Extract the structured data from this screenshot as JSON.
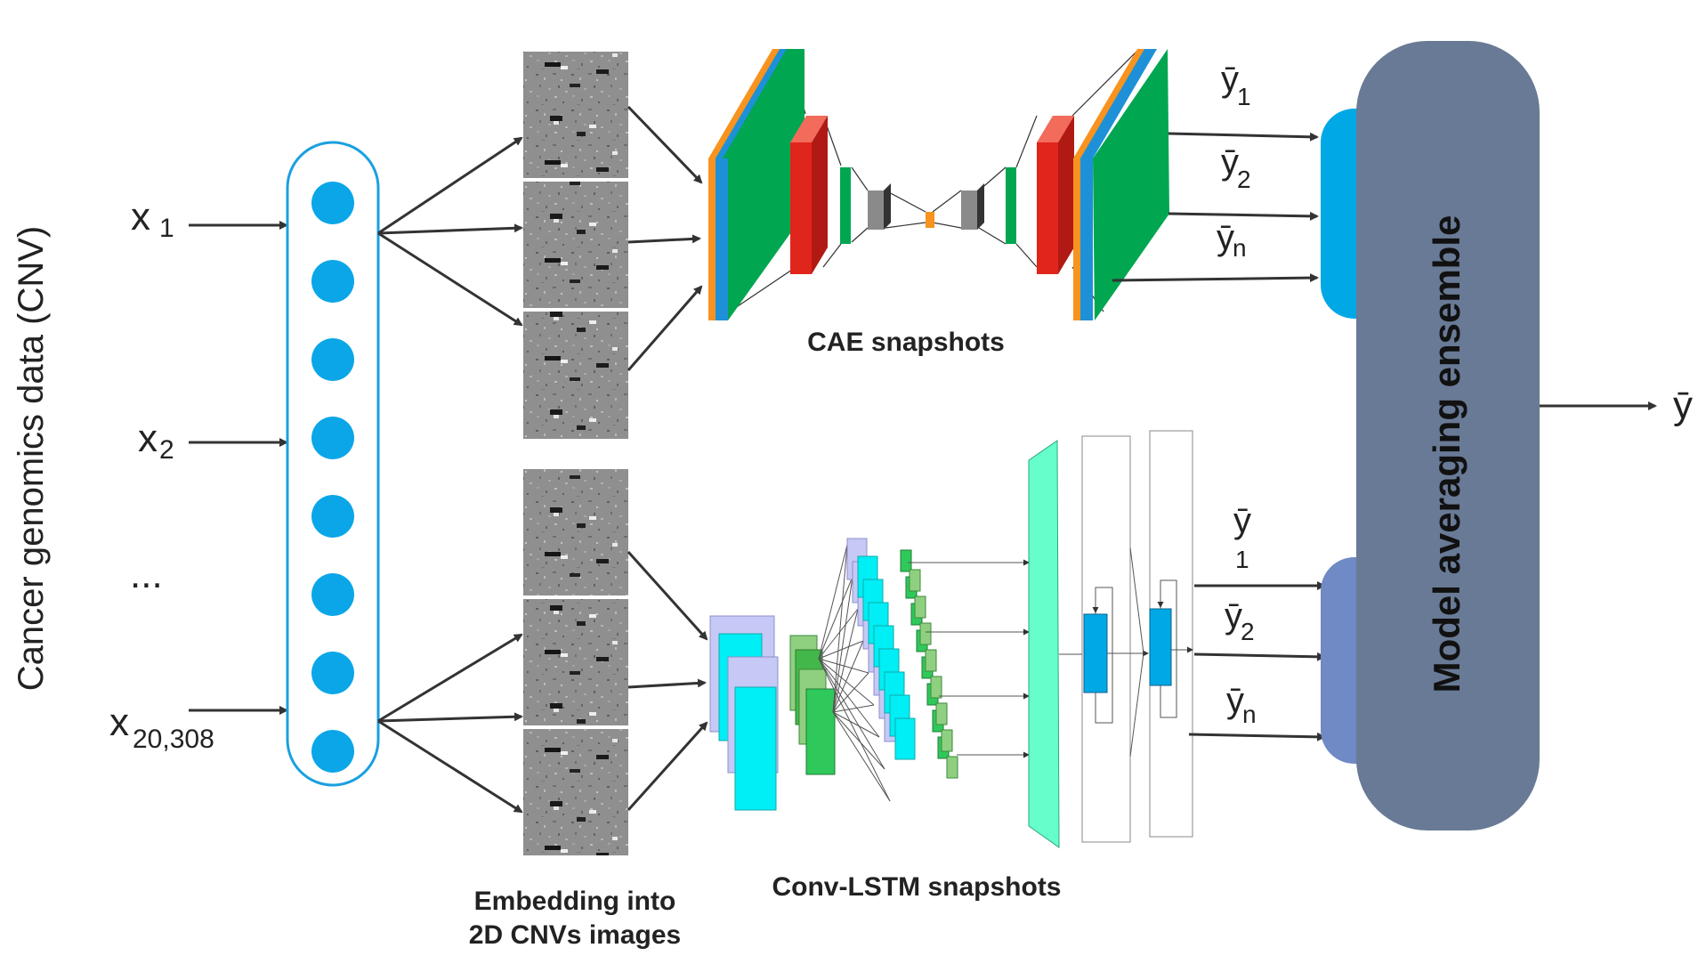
{
  "side_label": "Cancer genomics data (CNV)",
  "inputs": {
    "x1_base": "x",
    "x1_sub": "1",
    "x2_base": "x",
    "x2_sub": "2",
    "ellipsis": "...",
    "xn_base": "x",
    "xn_sub": "20,308"
  },
  "embedding_label_line1": "Embedding into",
  "embedding_label_line2": "2D CNVs images",
  "cae_label": "CAE snapshots",
  "convlstm_label": "Conv-LSTM snapshots",
  "ensemble_label": "Model averaging ensemble",
  "top_outputs": {
    "y1_base": "ȳ",
    "y1_sub": "1",
    "y2_base": "ȳ",
    "y2_sub": "2",
    "yn_base": "ȳ",
    "yn_sub": "n"
  },
  "bottom_outputs": {
    "y1_base": "ȳ",
    "y1_sub": "1",
    "y2_base": "ȳ",
    "y2_sub": "2",
    "yn_base": "ȳ",
    "yn_sub": "n"
  },
  "final_output": "ȳ",
  "colors": {
    "node": "#0aa6e8",
    "node_outline": "#1aa0e0",
    "ensemble": "#687a95",
    "top_tab": "#00a8e6",
    "bottom_tab": "#6f8ac4",
    "cae_green": "#00a650",
    "cae_red": "#e0251c",
    "cae_orange": "#f7931e",
    "cae_blue": "#1e90d8",
    "lstm_cyan": "#00eef5",
    "lstm_lavender": "#c6c8f5",
    "lstm_green": "#2ec95a",
    "lstm_dense": "#66ffcc"
  }
}
